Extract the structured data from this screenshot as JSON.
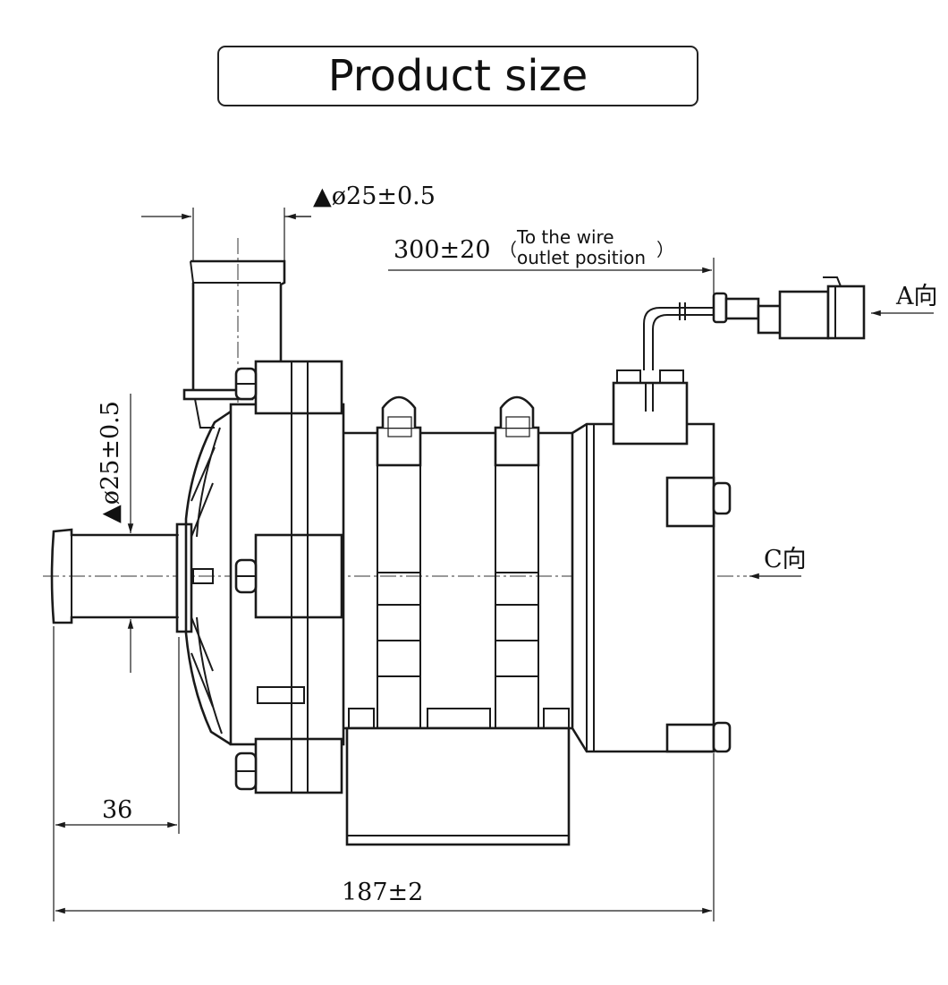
{
  "title": "Product size",
  "dimensions": {
    "top_outlet_diameter": "▲ø25±0.5",
    "inlet_diameter": "▲ø25±0.5",
    "wire_length": "300±20",
    "wire_note_line1": "To the wire",
    "wire_note_line2": "outlet position",
    "inlet_length": "36",
    "overall_length": "187±2"
  },
  "view_labels": {
    "view_a": "A向",
    "view_c": "C向"
  },
  "colors": {
    "line": "#1a1a1a",
    "background": "#ffffff"
  }
}
